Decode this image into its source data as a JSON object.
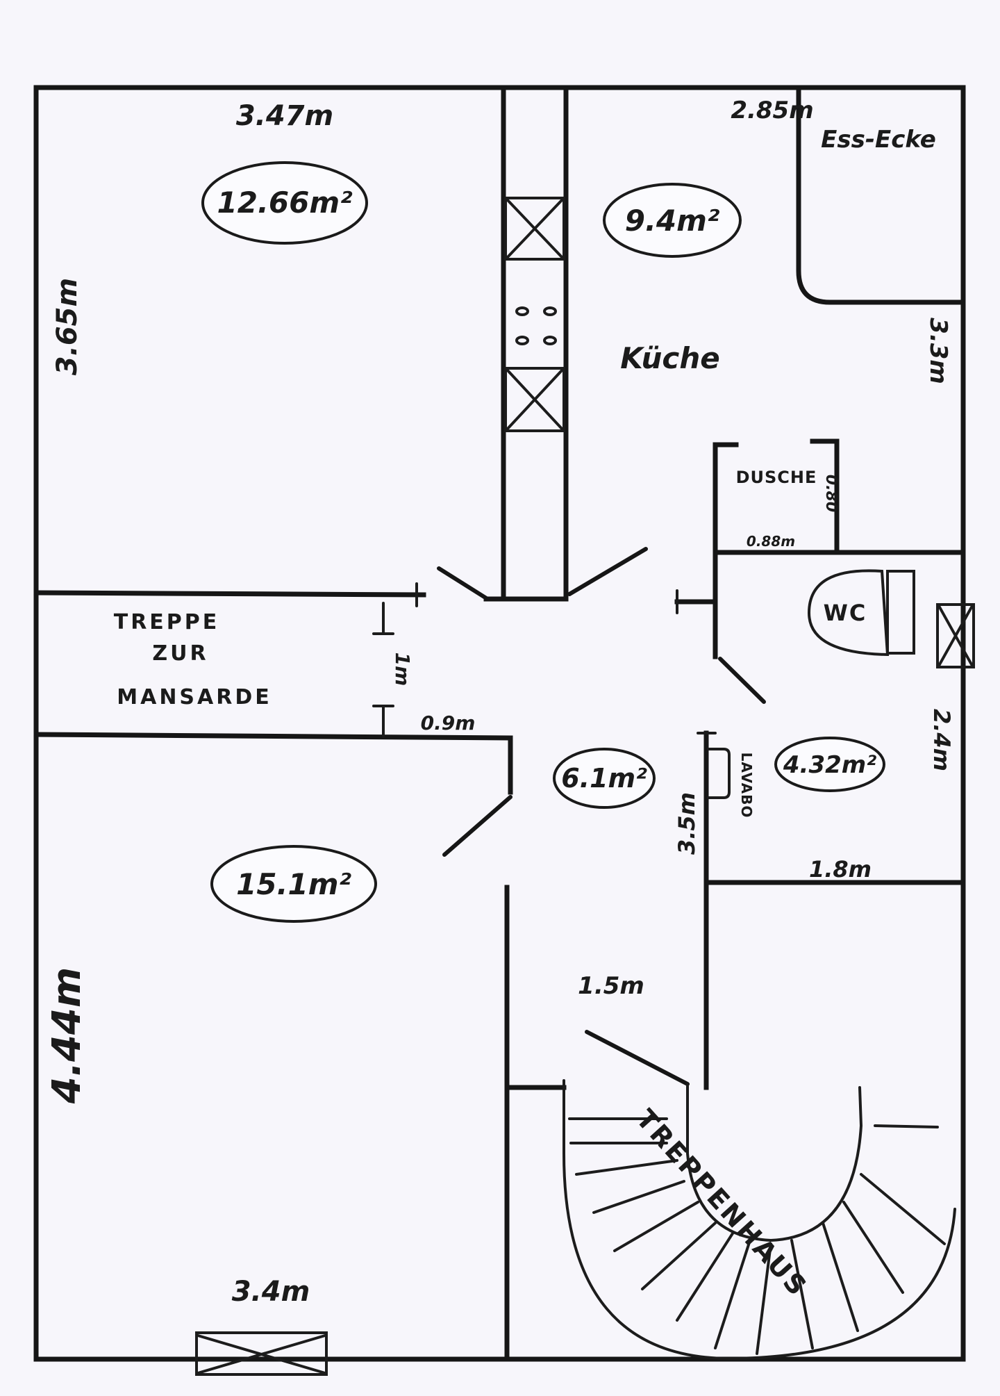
{
  "title": "Grundriss Wohnung (Handskizze)",
  "colors": {
    "paper": "#f7f6fb",
    "ink": "#161616"
  },
  "rooms": {
    "room_top_left": {
      "area": "12.66m²",
      "width": "3.47m",
      "height": "3.65m"
    },
    "kitchen": {
      "label": "Küche",
      "area": "9.4m²",
      "dining_label": "Ess-Ecke",
      "dining_width": "2.85m",
      "height": "3.3m"
    },
    "stair_attic": {
      "label_line1": "TREPPE",
      "label_line2": "ZUR",
      "label_line3": "MANSARDE",
      "depth": "1m",
      "width": "0.9m"
    },
    "hallway": {
      "area": "6.1m²",
      "length": "3.5m",
      "width": "1.5m"
    },
    "bathroom": {
      "area": "4.32m²",
      "width": "1.8m",
      "height": "2.4m",
      "shower_label": "DUSCHE",
      "shower_w": "0.88m",
      "shower_d": "0.80",
      "wc_label": "WC",
      "sink_label": "LAVABO"
    },
    "room_bottom_left": {
      "area": "15.1m²",
      "width": "3.4m",
      "height": "4.44m"
    },
    "stairwell": {
      "label": "TREPPENHAUS"
    }
  }
}
